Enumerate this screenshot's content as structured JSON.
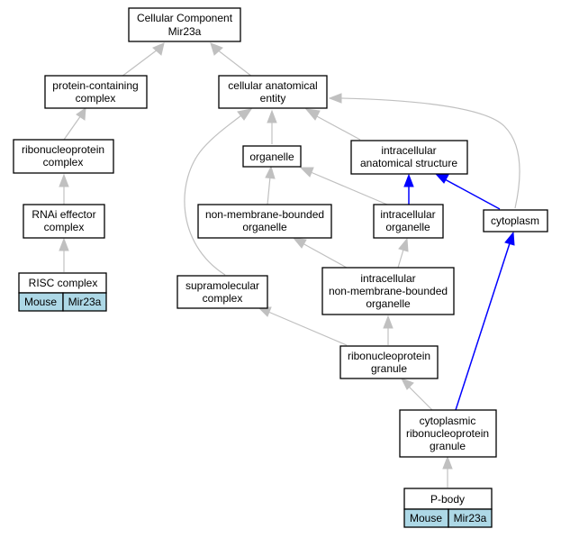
{
  "nodes": {
    "root": [
      "Cellular Component",
      "Mir23a"
    ],
    "protein_containing_complex": [
      "protein-containing",
      "complex"
    ],
    "cellular_anatomical_entity": [
      "cellular anatomical",
      "entity"
    ],
    "ribonucleoprotein_complex": [
      "ribonucleoprotein",
      "complex"
    ],
    "organelle": [
      "organelle"
    ],
    "intracellular_anatomical_structure": [
      "intracellular",
      "anatomical structure"
    ],
    "rnai_effector_complex": [
      "RNAi effector",
      "complex"
    ],
    "non_membrane_bounded_organelle": [
      "non-membrane-bounded",
      "organelle"
    ],
    "intracellular_organelle": [
      "intracellular",
      "organelle"
    ],
    "cytoplasm": [
      "cytoplasm"
    ],
    "risc_complex": [
      "RISC complex"
    ],
    "supramolecular_complex": [
      "supramolecular",
      "complex"
    ],
    "intracellular_non_membrane_bounded_organelle": [
      "intracellular",
      "non-membrane-bounded",
      "organelle"
    ],
    "ribonucleoprotein_granule": [
      "ribonucleoprotein",
      "granule"
    ],
    "cytoplasmic_ribonucleoprotein_granule": [
      "cytoplasmic",
      "ribonucleoprotein",
      "granule"
    ],
    "p_body": [
      "P-body"
    ]
  },
  "tags": {
    "risc_complex": [
      "Mouse",
      "Mir23a"
    ],
    "p_body": [
      "Mouse",
      "Mir23a"
    ]
  },
  "colors": {
    "edge_default": "#c0c0c0",
    "edge_highlight": "#0000ff",
    "tag_fill": "#add8e6"
  }
}
